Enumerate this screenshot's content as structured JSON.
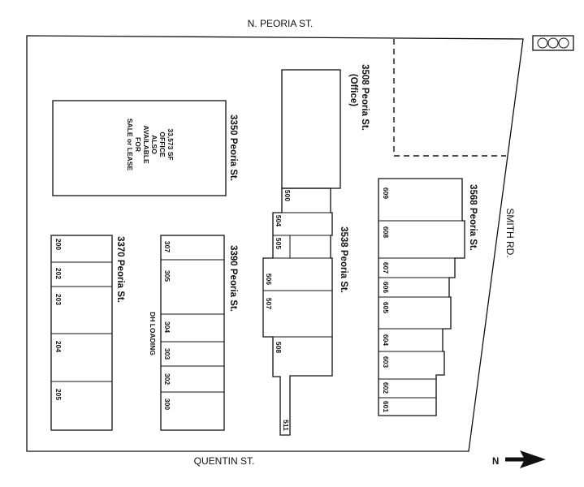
{
  "streets": {
    "north": "N. PEORIA ST.",
    "south": "QUENTIN ST.",
    "east": "SMITH RD."
  },
  "buildings": {
    "b3350": {
      "address": "3350 Peoria St.",
      "note": [
        "33,573 SF",
        "OFFICE",
        "ALSO",
        "AVAILABLE",
        "FOR",
        "SALE or LEASE"
      ]
    },
    "b3508": {
      "address": "3508 Peoria St.",
      "sub": "(Office)"
    },
    "b3538": {
      "address": "3538 Peoria St.",
      "units": [
        "500",
        "504",
        "505",
        "506",
        "507",
        "508",
        "511"
      ]
    },
    "b3568": {
      "address": "3568 Peoria St.",
      "units": [
        "609",
        "608",
        "607",
        "606",
        "605",
        "604",
        "603",
        "602",
        "601"
      ]
    },
    "b3370": {
      "address": "3370 Peoria St.",
      "units": [
        "200",
        "202",
        "203",
        "204",
        "205"
      ]
    },
    "b3390": {
      "address": "3390 Peoria St.",
      "units": [
        "307",
        "305",
        "304",
        "303",
        "302",
        "300"
      ],
      "loading": "DH LOADING"
    }
  },
  "compass": {
    "label": "N"
  }
}
